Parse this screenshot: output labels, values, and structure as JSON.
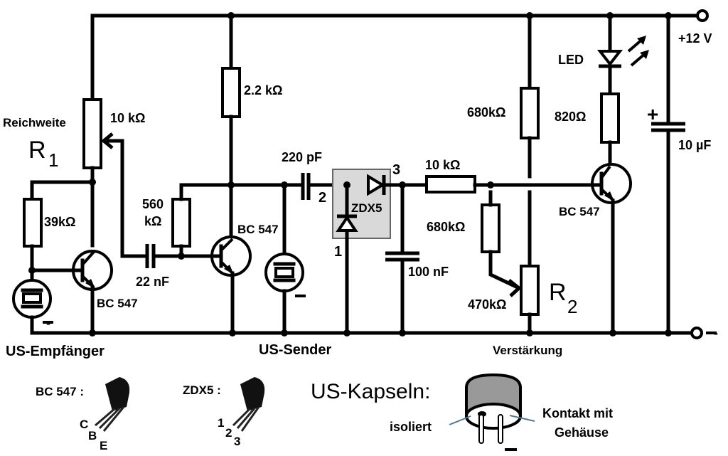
{
  "title": "Ultraschall-Schaltung",
  "supply": {
    "positive": "+12 V",
    "negative": "-"
  },
  "sections": {
    "receiver": "US-Empfänger",
    "sender": "US-Sender",
    "gain": "Verstärkung"
  },
  "components": {
    "r1_label": "R",
    "r1_sub": "1",
    "r1_name": "Reichweite",
    "r1_value": "10 kΩ",
    "r_39k": "39kΩ",
    "r_2k2": "2.2 kΩ",
    "r_560k_a": "560",
    "r_560k_b": "kΩ",
    "c_22n": "22 nF",
    "c_220p": "220 pF",
    "zdx5": "ZDX5",
    "pin1": "1",
    "pin2": "2",
    "pin3": "3",
    "r_10k": "10 kΩ",
    "c_100n": "100 nF",
    "r_680k_mid": "680kΩ",
    "r_680k_top": "680kΩ",
    "r2_value": "470kΩ",
    "r2_label": "R",
    "r2_sub": "2",
    "led": "LED",
    "r_820": "820Ω",
    "c_10u": "10 µF",
    "cap_plus": "+",
    "t1": "BC 547",
    "t2": "BC 547",
    "t3": "BC 547",
    "transducer_minus": "-"
  },
  "legend": {
    "bc547_label": "BC 547 :",
    "bc547_pins": [
      "C",
      "B",
      "E"
    ],
    "zdx5_label": "ZDX5 :",
    "zdx5_pins": [
      "1",
      "2",
      "3"
    ],
    "capsule_title": "US-Kapseln:",
    "capsule_isolated": "isoliert",
    "capsule_contact_1": "Kontakt mit",
    "capsule_contact_2": "Gehäuse",
    "capsule_minus": "-"
  },
  "colors": {
    "highlight_box": "#d9d9d9",
    "capsule_top": "#999999",
    "pointer_line": "#4f7b96"
  }
}
